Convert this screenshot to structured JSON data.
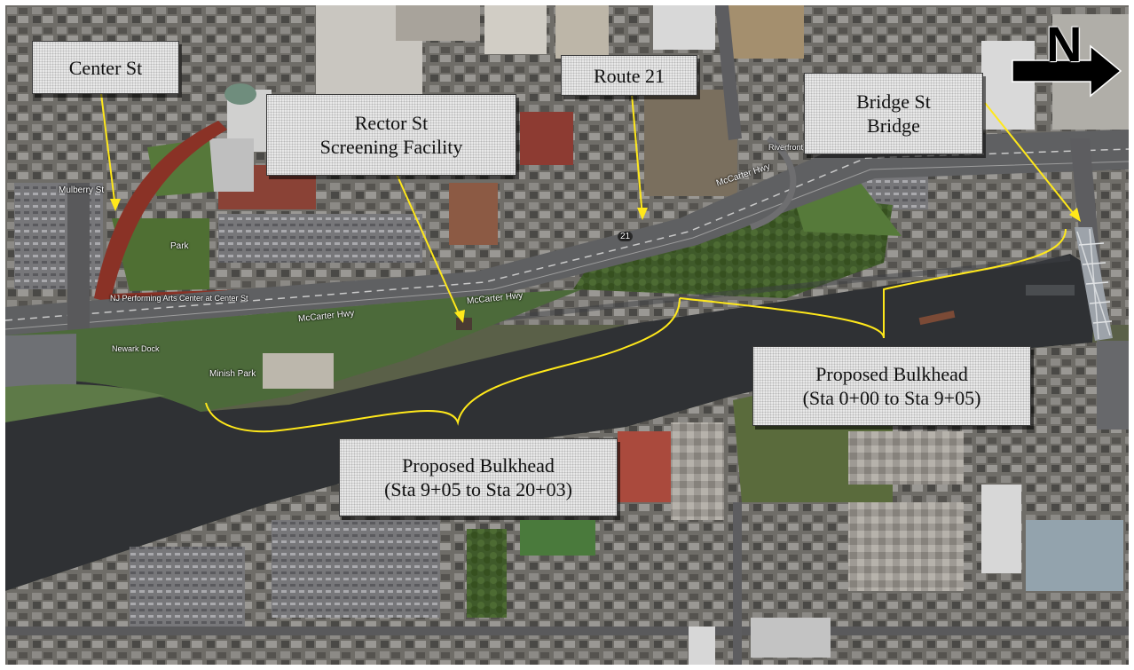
{
  "callouts": {
    "center_st": "Center St",
    "rector_st": [
      "Rector St",
      "Screening Facility"
    ],
    "route21": "Route 21",
    "bridge_st": [
      "Bridge St",
      "Bridge"
    ],
    "bulkhead_north": [
      "Proposed Bulkhead",
      "(Sta 0+00 to Sta 9+05)"
    ],
    "bulkhead_south": [
      "Proposed Bulkhead",
      "(Sta 9+05 to Sta 20+03)"
    ]
  },
  "north_arrow": "N",
  "map_labels": {
    "mccarter_hwy_1": "McCarter Hwy",
    "mccarter_hwy_2": "McCarter Hwy",
    "mccarter_hwy_3": "McCarter Hwy",
    "mulberry_st": "Mulberry St",
    "park": "Park",
    "riverfront_park": "Riverfront Park",
    "njpac": "NJ Performing Arts Center at Center St",
    "newark_dock": "Newark Dock",
    "minish_park": "Minish Park",
    "route_shield": "21"
  },
  "colors": {
    "annotation": "#ffe81a",
    "river": "#2f3134",
    "callout_bg": "#e9e9e9"
  }
}
